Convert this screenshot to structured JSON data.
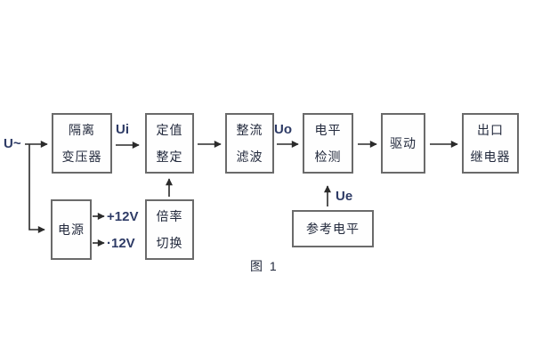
{
  "figure": {
    "caption": "图 1",
    "colors": {
      "background": "#ffffff",
      "box_border": "#6a6a6a",
      "wire": "#2b2b2b",
      "box_text": "#232a3d",
      "signal_label": "#2e3b66"
    }
  },
  "blocks": [
    {
      "id": "isolation-transformer",
      "lines": [
        "隔离",
        "变压器"
      ]
    },
    {
      "id": "setting-adjust",
      "lines": [
        "定值",
        "整定"
      ]
    },
    {
      "id": "rectifier-filter",
      "lines": [
        "整流",
        "滤波"
      ]
    },
    {
      "id": "level-detect",
      "lines": [
        "电平",
        "检测"
      ]
    },
    {
      "id": "drive",
      "lines": [
        "驱动"
      ]
    },
    {
      "id": "output-relay",
      "lines": [
        "出口",
        "继电器"
      ]
    },
    {
      "id": "power-supply",
      "lines": [
        "电源"
      ]
    },
    {
      "id": "ratio-switch",
      "lines": [
        "倍率",
        "切换"
      ]
    },
    {
      "id": "reference-level",
      "lines": [
        "参考电平"
      ]
    }
  ],
  "labels": {
    "input": "U~",
    "ui": "Ui",
    "uo": "Uo",
    "ue": "Ue",
    "plus12v": "+12V",
    "minus12v": "·12V"
  }
}
